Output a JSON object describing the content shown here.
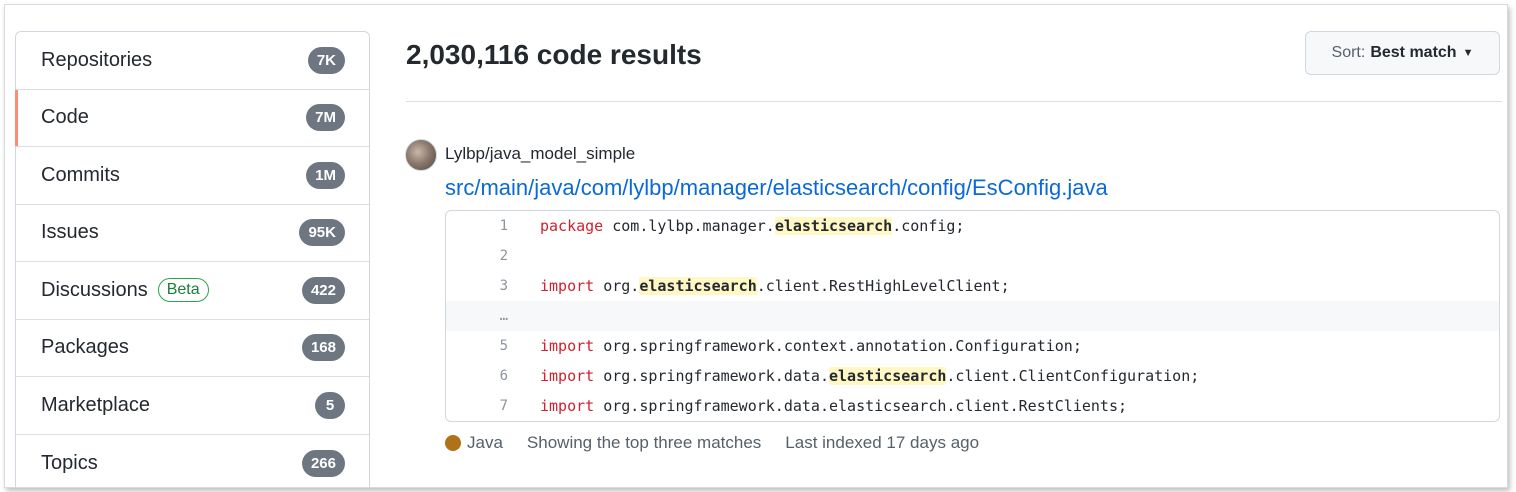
{
  "sidebar": {
    "items": [
      {
        "label": "Repositories",
        "count": "7K"
      },
      {
        "label": "Code",
        "count": "7M"
      },
      {
        "label": "Commits",
        "count": "1M"
      },
      {
        "label": "Issues",
        "count": "95K"
      },
      {
        "label": "Discussions",
        "badge": "Beta",
        "count": "422"
      },
      {
        "label": "Packages",
        "count": "168"
      },
      {
        "label": "Marketplace",
        "count": "5"
      },
      {
        "label": "Topics",
        "count": "266"
      }
    ],
    "selected": "Code",
    "selected_accent": "#fd8c73"
  },
  "results": {
    "title": "2,030,116 code results",
    "sort_label": "Sort:",
    "sort_value": "Best match"
  },
  "result": {
    "repo": "Lylbp/java_model_simple",
    "file_path": "src/main/java/com/lylbp/manager/elasticsearch/config/EsConfig.java",
    "lines": [
      {
        "num": "1",
        "kw": "package",
        "pre": " com.lylbp.manager.",
        "hl": "elasticsearch",
        "post": ".config;"
      },
      {
        "num": "2",
        "kw": "",
        "pre": "",
        "hl": "",
        "post": ""
      },
      {
        "num": "3",
        "kw": "import",
        "pre": " org.",
        "hl": "elasticsearch",
        "post": ".client.RestHighLevelClient;"
      },
      {
        "num": "…",
        "kw": "",
        "pre": "",
        "hl": "",
        "post": ""
      },
      {
        "num": "5",
        "kw": "import",
        "pre": " org.springframework.context.annotation.Configuration;",
        "hl": "",
        "post": ""
      },
      {
        "num": "6",
        "kw": "import",
        "pre": " org.springframework.data.",
        "hl": "elasticsearch",
        "post": ".client.ClientConfiguration;"
      },
      {
        "num": "7",
        "kw": "import",
        "pre": " org.springframework.data.elasticsearch.client.RestClients;",
        "hl": "",
        "post": ""
      }
    ],
    "language": "Java",
    "language_color": "#b07219",
    "matches_note": "Showing the top three matches",
    "indexed": "Last indexed 17 days ago"
  }
}
